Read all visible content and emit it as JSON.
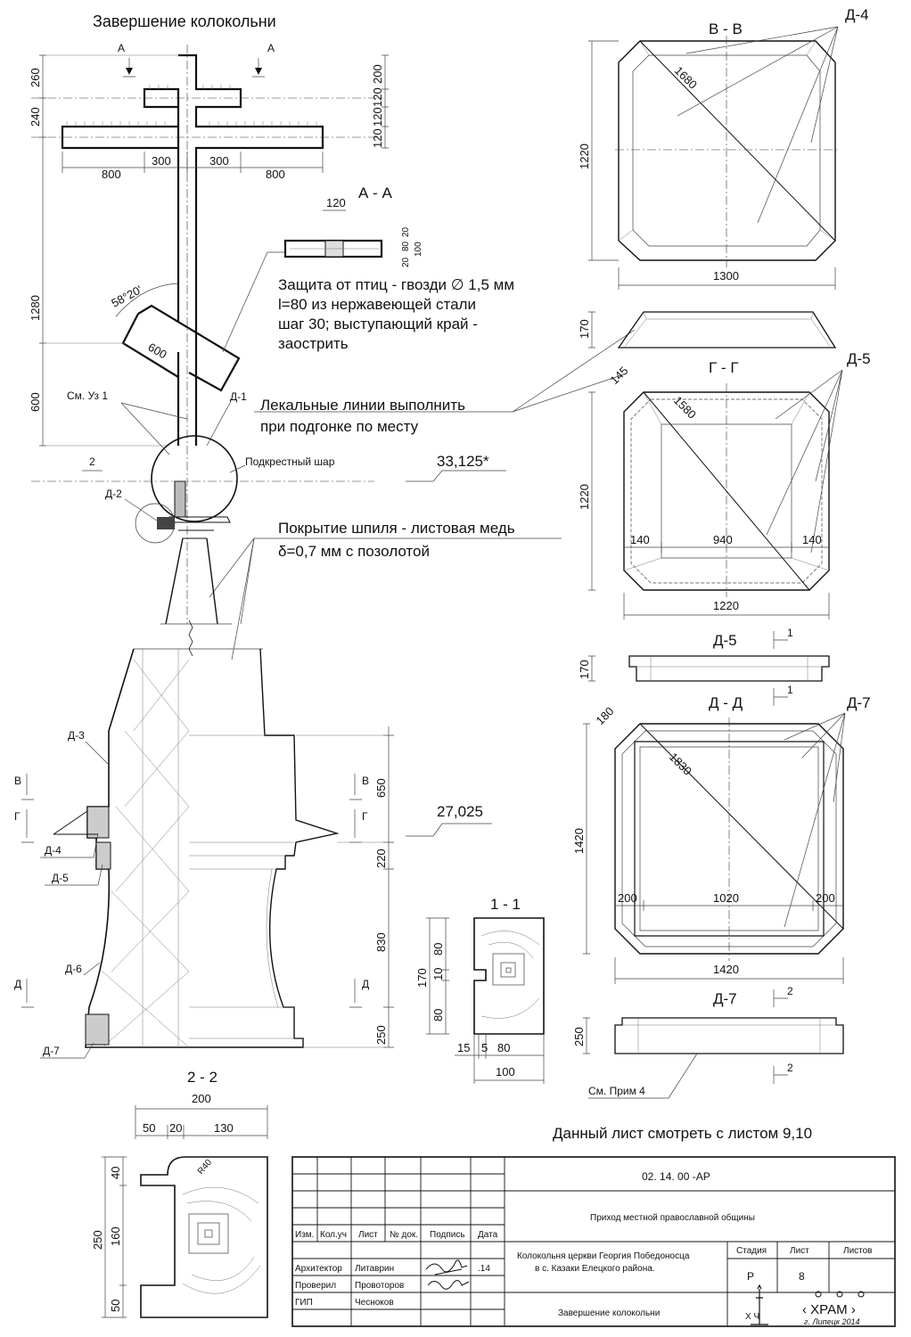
{
  "title": "Завершение колокольни",
  "notes": {
    "bird_protection": [
      "Защита от птиц - гвозди ∅ 1,5 мм",
      "l=80 из нержавеющей стали",
      "шаг 30; выступающий край -",
      "заострить"
    ],
    "curves": [
      "Лекальные линии выполнить",
      "при подгонке по месту"
    ],
    "spire_cover": [
      "Покрытие шпиля - листовая медь",
      "δ=0,7 мм с позолотой"
    ],
    "see_sheet": "Данный лист смотреть с листом 9,10",
    "see_note4": "См. Прим 4",
    "see_node1": "См. Уз 1",
    "ball": "Подкрестный шар"
  },
  "levels": {
    "upper": "33,125*",
    "lower": "27,025"
  },
  "cross_dims": {
    "left": [
      "260",
      "240",
      "1280",
      "600"
    ],
    "right": [
      "200",
      "120",
      "120",
      "120"
    ],
    "horizontal": [
      "800",
      "300",
      "300",
      "800"
    ],
    "angle": "58°20'",
    "diag": "600"
  },
  "section_aa": {
    "title": "А - А",
    "w": "120",
    "h": [
      "20",
      "80",
      "20",
      "100"
    ]
  },
  "cut_marks": {
    "a": "А",
    "b": "В",
    "g": "Г",
    "d": "Д",
    "one": "1",
    "two": "2"
  },
  "labels": {
    "d1": "Д-1",
    "d2": "Д-2",
    "d3": "Д-3",
    "d4": "Д-4",
    "d5": "Д-5",
    "d6": "Д-6",
    "d7": "Д-7"
  },
  "base_dims": [
    "650",
    "220",
    "830",
    "250"
  ],
  "section_bb": {
    "title": "В - В",
    "diag": "1680",
    "h": "1220",
    "w": "1300",
    "elev_h": "170"
  },
  "section_gg": {
    "title": "Г - Г",
    "corner": "145",
    "diag": "1580",
    "h": "1220",
    "parts": [
      "140",
      "940",
      "140"
    ],
    "w": "1220"
  },
  "d5_elev": {
    "title": "Д-5",
    "h": "170"
  },
  "section_dd": {
    "title": "Д - Д",
    "corner": "180",
    "diag": "1830",
    "h": "1420",
    "parts": [
      "200",
      "1020",
      "200"
    ],
    "w": "1420"
  },
  "d7_elev": {
    "title": "Д-7",
    "h": "250"
  },
  "section_11": {
    "title": "1 - 1",
    "h": [
      "80",
      "10",
      "80"
    ],
    "total": "170",
    "w_parts": [
      "15",
      "5",
      "80"
    ],
    "w": "100"
  },
  "section_22": {
    "title": "2 - 2",
    "w": "200",
    "parts": [
      "50",
      "20",
      "130"
    ],
    "h": [
      "40",
      "160",
      "50"
    ],
    "total": "250",
    "radius": "R40"
  },
  "stamp": {
    "code": "02. 14. 00     -АР",
    "org": "Приход местной православной общины",
    "object": [
      "Колокольня церкви Георгия Победоносца",
      "в с. Казаки Елецкого района."
    ],
    "sheet_title": "Завершение колокольни",
    "headers": [
      "Изм.",
      "Кол.уч",
      "Лист",
      "№ док.",
      "Подпись",
      "Дата"
    ],
    "rows": [
      {
        "role": "Архитектор",
        "name": "Литаврин",
        "date": ".14"
      },
      {
        "role": "Проверил",
        "name": "Провоторов",
        "date": ""
      },
      {
        "role": "ГИП",
        "name": "Чесноков",
        "date": ""
      }
    ],
    "stage_label": "Стадия",
    "sheet_label": "Лист",
    "sheets_label": "Листов",
    "stage": "Р",
    "sheet": "8",
    "sheets": "",
    "logo": "ХРАМ",
    "logo_letters": "Х  Ч",
    "logo_city": "г. Липецк 2014"
  }
}
